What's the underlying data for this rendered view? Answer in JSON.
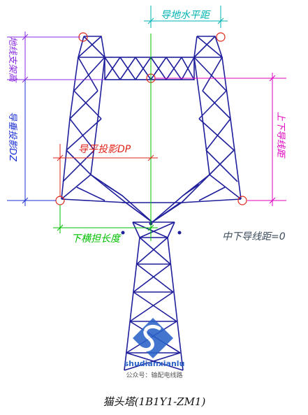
{
  "labels": {
    "ground_wire_horizontal": "导地水平距",
    "ground_wire_bracket_height": "地线支架高",
    "conductor_vertical_projection": "导垂投影DZ",
    "conductor_horizontal_projection": "导平投影DP",
    "upper_lower_conductor_distance": "上下导线距",
    "lower_cross_arm_length": "下横担长度",
    "middle_lower_conductor_distance": "中下导线距=0"
  },
  "watermark": {
    "brand": "shudianxianlu",
    "account": "公众号：输配电线路"
  },
  "caption": "猫头塔(1B1Y1-ZM1)",
  "colors": {
    "tower": "#1f1f9c",
    "cyan": "#00b3b3",
    "purple": "#8a2be2",
    "blue": "#1a2fd6",
    "red": "#e0241a",
    "magenta": "#e000c0",
    "green": "#00c000",
    "gray_text": "#3a4a5a"
  }
}
